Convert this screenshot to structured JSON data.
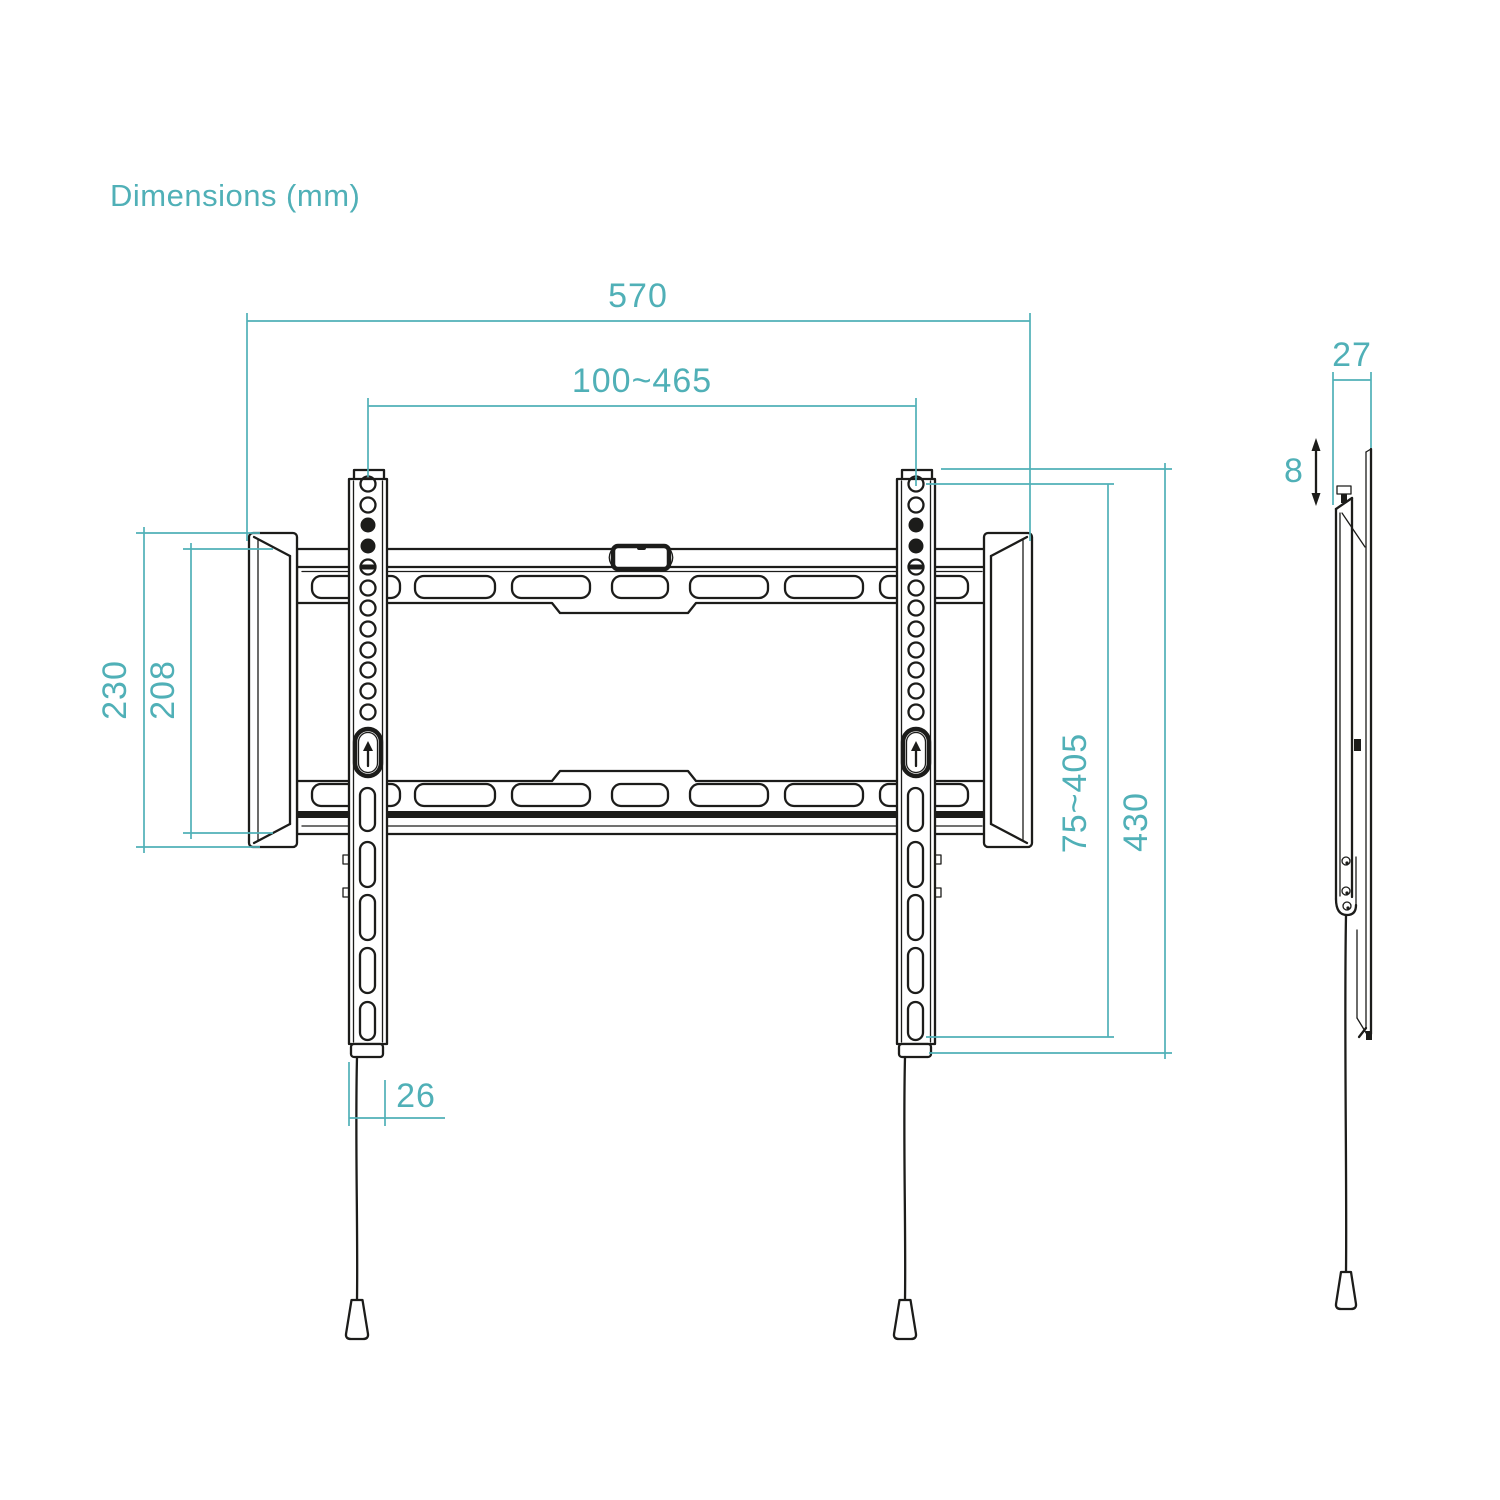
{
  "title": "Dimensions (mm)",
  "colors": {
    "accent": "#50b0b7",
    "line": "#1c1c1a",
    "background": "#ffffff"
  },
  "dimensions": {
    "overall_width": "570",
    "vesa_width_range": "100~465",
    "endcap_height": "230",
    "plate_height": "208",
    "vesa_height_range": "75~405",
    "bracket_height": "430",
    "bracket_width": "26",
    "depth": "27",
    "hook_lift": "8"
  }
}
